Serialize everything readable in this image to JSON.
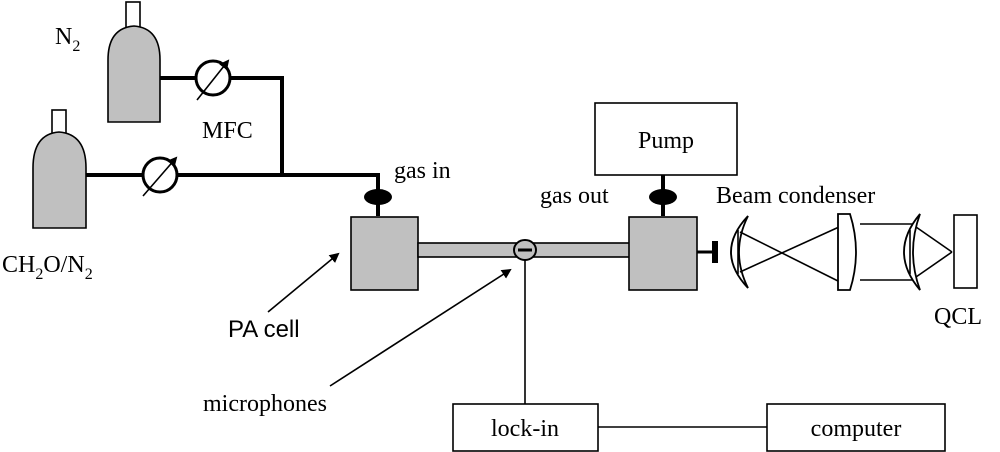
{
  "labels": {
    "n2": "N",
    "n2_sub": "2",
    "mfc": "MFC",
    "ch2o_a": "CH",
    "ch2o_sub1": "2",
    "ch2o_b": "O/N",
    "ch2o_sub2": "2",
    "gas_in": "gas in",
    "gas_out": "gas out",
    "pump": "Pump",
    "beam_condenser": "Beam condenser",
    "qcl": "QCL",
    "pa_cell": "PA cell",
    "microphones": "microphones",
    "lock_in": "lock-in",
    "computer": "computer"
  },
  "colors": {
    "component_fill": "#c0c0c0",
    "stroke": "#000000"
  }
}
